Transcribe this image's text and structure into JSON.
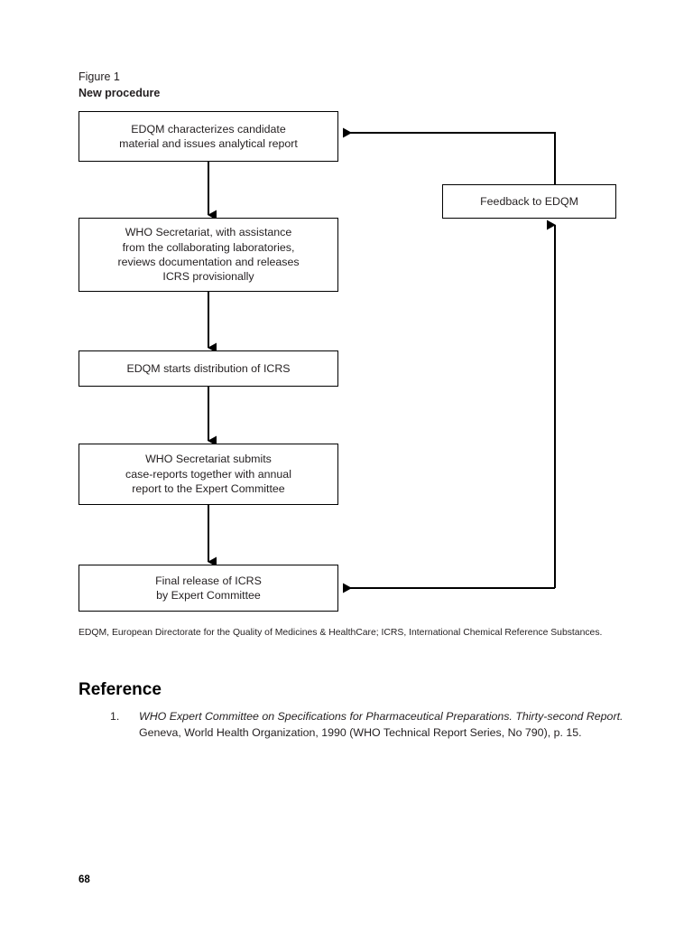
{
  "figure": {
    "label": "Figure 1",
    "title": "New procedure",
    "nodes": {
      "edqm_characterize": "EDQM characterizes candidate material and issues analytical report",
      "edqm_characterize_lines": [
        "EDQM characterizes candidate",
        "material and issues analytical report"
      ],
      "who_secretariat_lines": [
        "WHO Secretariat, with assistance",
        "from the collaborating laboratories,",
        "reviews documentation and releases",
        "ICRS provisionally"
      ],
      "edqm_distribution": "EDQM starts distribution of ICRS",
      "who_submits_lines": [
        "WHO Secretariat submits",
        "case-reports together with annual",
        "report to the Expert Committee"
      ],
      "final_release_lines": [
        "Final release of ICRS",
        "by Expert Committee"
      ],
      "feedback": "Feedback to EDQM"
    },
    "footnote": "EDQM, European Directorate for the Quality of Medicines & HealthCare; ICRS, International Chemical Reference Substances.",
    "line_color": "#000000"
  },
  "reference": {
    "heading": "Reference",
    "items": [
      {
        "number": "1.",
        "italic_part": "WHO Expert Committee on Specifications for Pharmaceutical Preparations. Thirty-second Report.",
        "roman_part": " Geneva, World Health Organization, 1990 (WHO Technical Report Series, No 790), p. 15."
      }
    ]
  },
  "page": {
    "number": "68"
  }
}
